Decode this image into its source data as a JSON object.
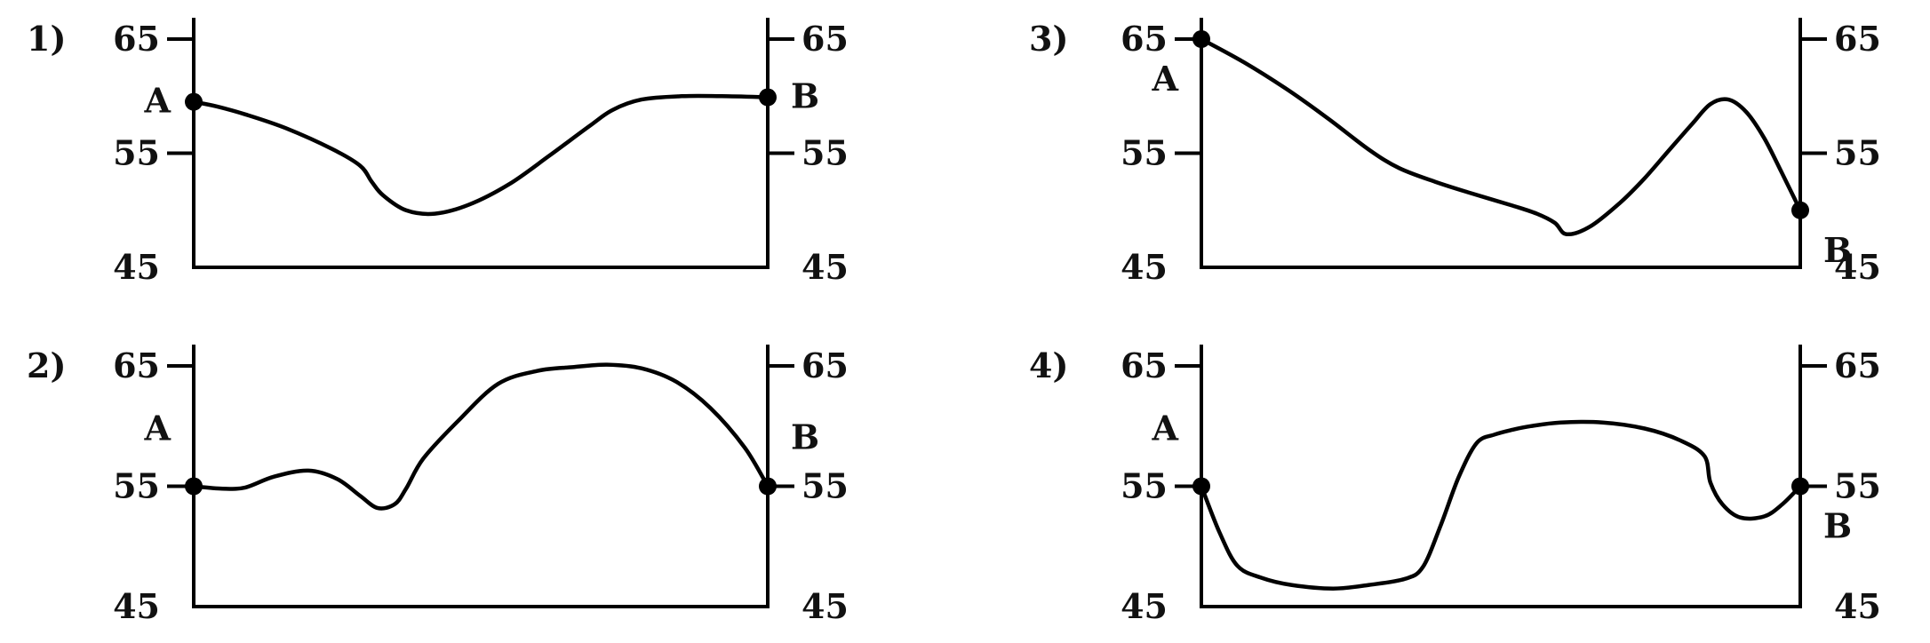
{
  "chart_data": [
    {
      "type": "line",
      "panel_label": "1)",
      "y_ticks": [
        "65",
        "55",
        "45"
      ],
      "ylim": [
        45,
        65
      ],
      "x": [
        0,
        0.04,
        0.09,
        0.16,
        0.24,
        0.29,
        0.31,
        0.33,
        0.37,
        0.42,
        0.48,
        0.55,
        0.62,
        0.69,
        0.73,
        0.78,
        0.85,
        0.92,
        1
      ],
      "y": [
        59.5,
        59.1,
        58.4,
        57.2,
        55.4,
        53.9,
        52.5,
        51.3,
        50.0,
        49.7,
        50.5,
        52.3,
        54.8,
        57.4,
        58.8,
        59.7,
        60.0,
        60.0,
        59.9
      ],
      "series": [
        {
          "name": "",
          "values": []
        }
      ],
      "point_A": {
        "label": "A",
        "value": 59.5
      },
      "point_B": {
        "label": "B",
        "value": 59.9
      }
    },
    {
      "type": "line",
      "panel_label": "2)",
      "y_ticks": [
        "65",
        "55",
        "45"
      ],
      "ylim": [
        45,
        65
      ],
      "x": [
        0,
        0.05,
        0.09,
        0.14,
        0.2,
        0.25,
        0.29,
        0.32,
        0.35,
        0.37,
        0.4,
        0.46,
        0.53,
        0.6,
        0.66,
        0.72,
        0.78,
        0.84,
        0.9,
        0.96,
        1
      ],
      "y": [
        55.0,
        54.8,
        54.9,
        55.8,
        56.3,
        55.6,
        54.2,
        53.2,
        53.5,
        54.8,
        57.3,
        60.4,
        63.5,
        64.6,
        64.9,
        65.1,
        64.8,
        63.7,
        61.5,
        58.2,
        55.0
      ],
      "point_A": {
        "label": "A",
        "value": 55.0
      },
      "point_B": {
        "label": "B",
        "value": 55.0
      }
    },
    {
      "type": "line",
      "panel_label": "3)",
      "y_ticks": [
        "65",
        "55",
        "45"
      ],
      "ylim": [
        45,
        65
      ],
      "x": [
        0,
        0.07,
        0.14,
        0.21,
        0.28,
        0.33,
        0.39,
        0.45,
        0.52,
        0.56,
        0.59,
        0.61,
        0.65,
        0.7,
        0.74,
        0.78,
        0.82,
        0.85,
        0.88,
        0.91,
        0.94,
        0.97,
        1
      ],
      "y": [
        65.0,
        63.0,
        60.7,
        58.1,
        55.3,
        53.7,
        52.5,
        51.5,
        50.4,
        49.7,
        48.9,
        47.9,
        48.6,
        50.7,
        52.8,
        55.2,
        57.6,
        59.3,
        59.7,
        58.6,
        56.3,
        53.2,
        50.0
      ],
      "point_A": {
        "label": "A",
        "value": 65.0
      },
      "point_B": {
        "label": "B",
        "value": 50.0
      }
    },
    {
      "type": "line",
      "panel_label": "4)",
      "y_ticks": [
        "65",
        "55",
        "45"
      ],
      "ylim": [
        45,
        65
      ],
      "x": [
        0,
        0.03,
        0.06,
        0.1,
        0.15,
        0.22,
        0.28,
        0.34,
        0.37,
        0.4,
        0.43,
        0.46,
        0.49,
        0.52,
        0.55,
        0.6,
        0.67,
        0.74,
        0.8,
        0.84,
        0.85,
        0.87,
        0.9,
        0.94,
        0.97,
        1
      ],
      "y": [
        55.0,
        51.2,
        48.4,
        47.4,
        46.8,
        46.5,
        46.8,
        47.3,
        48.3,
        51.8,
        55.8,
        58.6,
        59.3,
        59.7,
        60.0,
        60.3,
        60.3,
        59.8,
        58.8,
        57.5,
        55.3,
        53.5,
        52.4,
        52.5,
        53.5,
        55.0
      ],
      "point_A": {
        "label": "A",
        "value": 55.0
      },
      "point_B": {
        "label": "B",
        "value": 55.0
      }
    }
  ]
}
